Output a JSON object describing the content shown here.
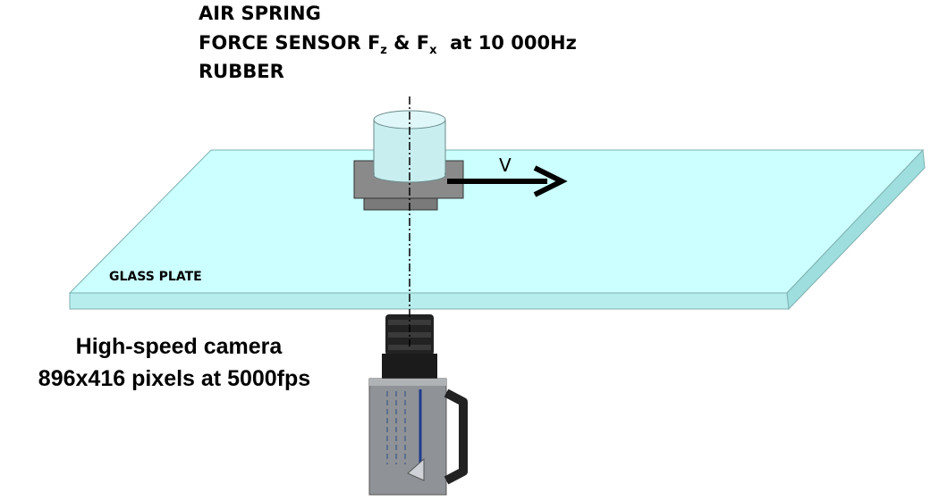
{
  "labels": {
    "air_spring": "AIR SPRING",
    "force_sensor_prefix": "FORCE SENSOR F",
    "force_sensor_sub_z": "z",
    "force_sensor_amp": " & F",
    "force_sensor_sub_x": "x",
    "force_sensor_suffix": "  at 10 000Hz",
    "rubber": "RUBBER",
    "velocity": "V",
    "glass_plate": "GLASS PLATE",
    "camera_line1": "High-speed camera",
    "camera_line2": "896x416 pixels at 5000fps"
  },
  "colors": {
    "glass_top": "#ccffff",
    "glass_edge": "#7fc4c4",
    "cylinder": "#c8eef0",
    "sensor": "#8a8a8a",
    "camera_body": "#8f9296",
    "camera_lens": "#1e1e1e"
  }
}
